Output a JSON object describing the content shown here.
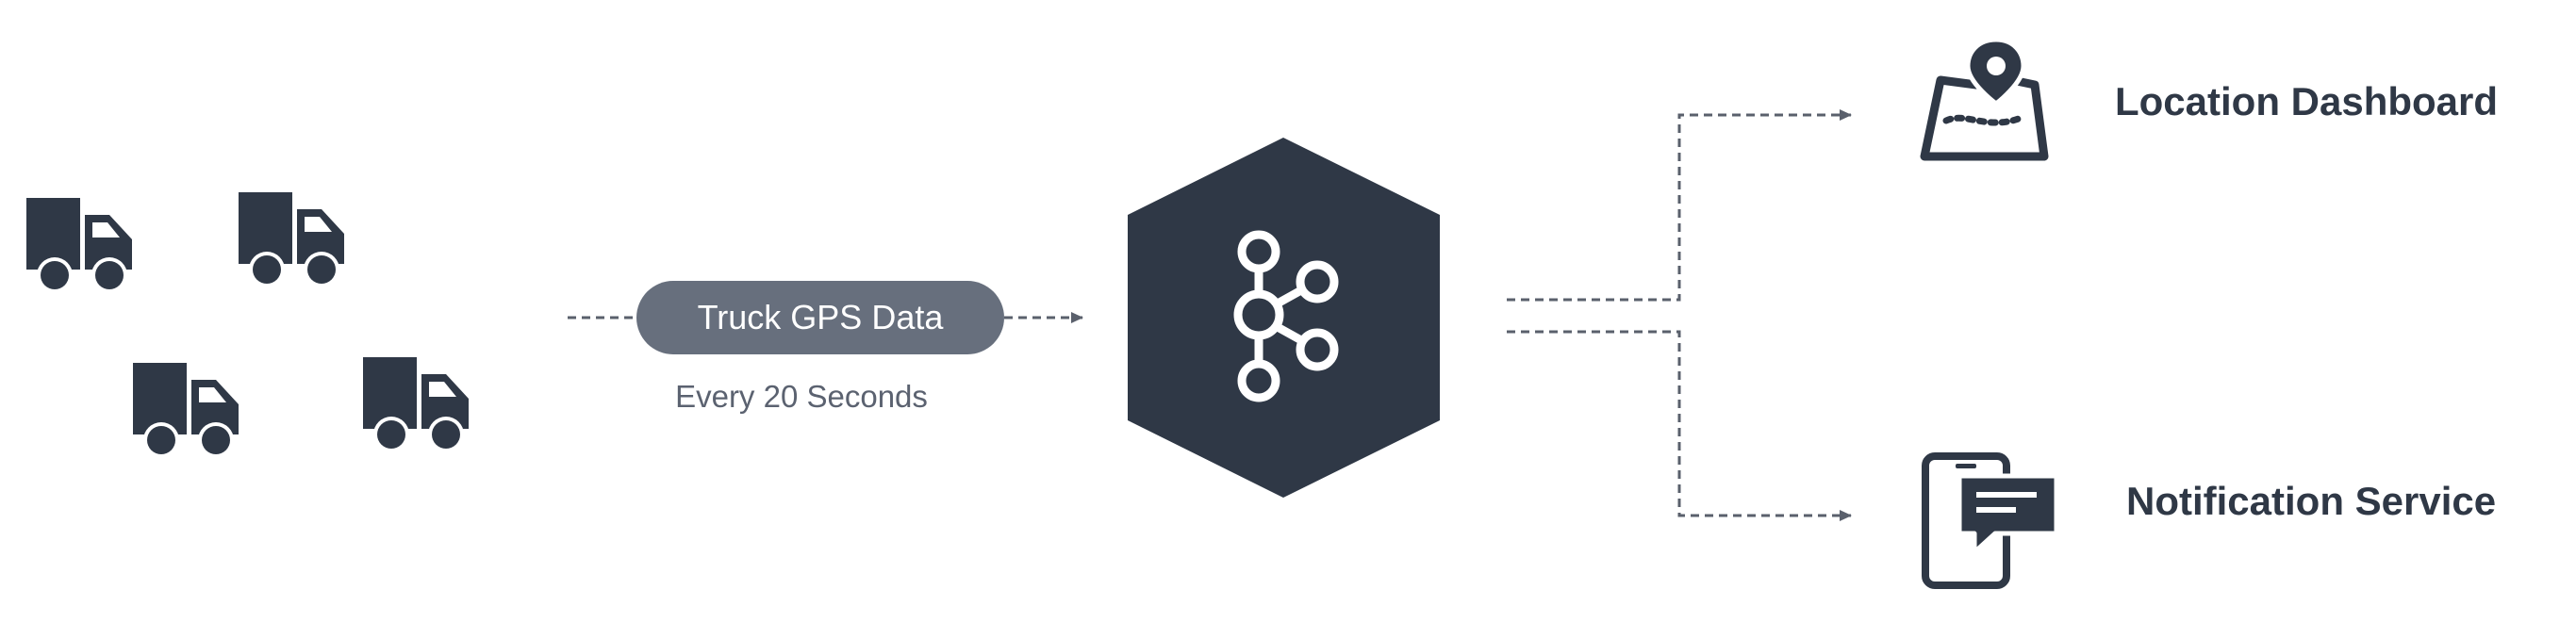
{
  "diagram": {
    "colors": {
      "primary": "#2f3846",
      "pill": "#676f7d",
      "connector": "#5a606c",
      "caption": "#5b6270"
    },
    "sources": {
      "icon": "truck-icon",
      "count": 4
    },
    "stream": {
      "label": "Truck GPS Data",
      "caption": "Every 20 Seconds"
    },
    "hub": {
      "icon": "kafka-icon"
    },
    "targets": [
      {
        "label": "Location Dashboard",
        "icon": "map-pin-icon"
      },
      {
        "label": "Notification Service",
        "icon": "phone-chat-icon"
      }
    ]
  }
}
